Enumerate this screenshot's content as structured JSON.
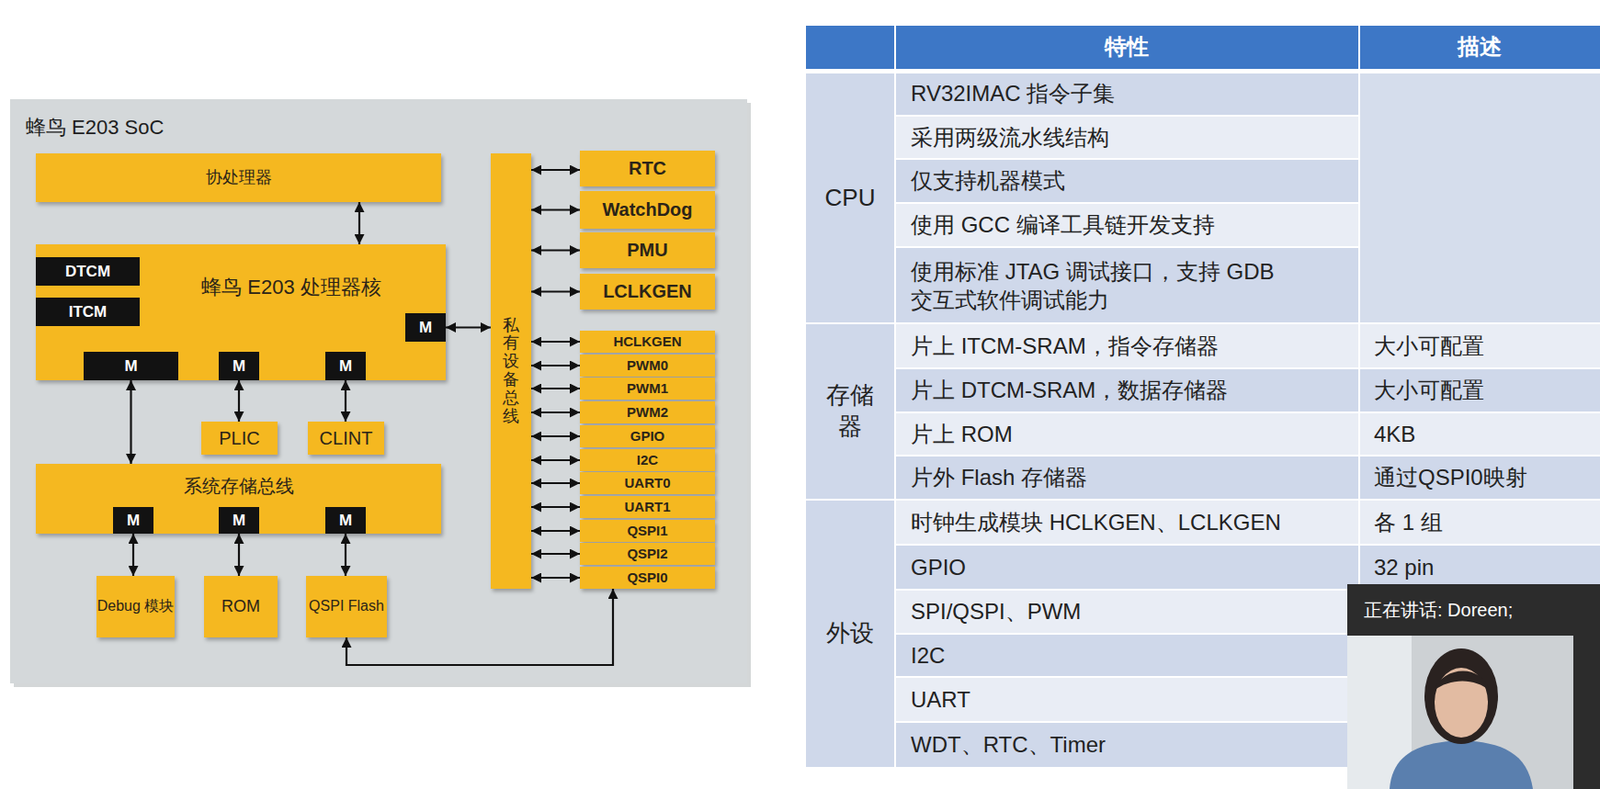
{
  "diagram": {
    "nodes": [
      {
        "text": [
          "蜂鸟 E203 SoC"
        ]
      },
      {
        "text": [
          "协处理器"
        ],
        "in": 0
      },
      {
        "text": [
          "蜂鸟 E203 处理器核"
        ],
        "in": 0
      },
      {
        "text": [
          "DTCM"
        ],
        "in": 2
      },
      {
        "text": [
          "ITCM"
        ],
        "in": 2
      },
      {
        "text": [
          "M"
        ],
        "in": 2
      },
      {
        "text": [
          "M"
        ],
        "in": 2
      },
      {
        "text": [
          "M"
        ],
        "in": 2
      },
      {
        "text": [
          "M"
        ],
        "in": 2
      },
      {
        "text": [
          "私有设备总线"
        ],
        "in": 0
      },
      {
        "text": [
          "RTC"
        ],
        "in": 0
      },
      {
        "text": [
          "WatchDog"
        ],
        "in": 0
      },
      {
        "text": [
          "PMU"
        ],
        "in": 0
      },
      {
        "text": [
          "LCLKGEN"
        ],
        "in": 0
      },
      {
        "text": [
          "HCLKGEN"
        ],
        "in": 0
      },
      {
        "text": [
          "PWM0"
        ],
        "in": 0
      },
      {
        "text": [
          "PWM1"
        ],
        "in": 0
      },
      {
        "text": [
          "PWM2"
        ],
        "in": 0
      },
      {
        "text": [
          "GPIO"
        ],
        "in": 0
      },
      {
        "text": [
          "I2C"
        ],
        "in": 0
      },
      {
        "text": [
          "UART0"
        ],
        "in": 0
      },
      {
        "text": [
          "UART1"
        ],
        "in": 0
      },
      {
        "text": [
          "QSPI1"
        ],
        "in": 0
      },
      {
        "text": [
          "QSPI2"
        ],
        "in": 0
      },
      {
        "text": [
          "QSPI0"
        ],
        "in": 0
      },
      {
        "text": [
          "PLIC"
        ],
        "in": 0
      },
      {
        "text": [
          "CLINT"
        ],
        "in": 0
      },
      {
        "text": [
          "系统存储总线"
        ],
        "in": 0
      },
      {
        "text": [
          "M"
        ],
        "in": 27
      },
      {
        "text": [
          "M"
        ],
        "in": 27
      },
      {
        "text": [
          "M"
        ],
        "in": 27
      },
      {
        "text": [
          "Debug 模块"
        ],
        "in": 0
      },
      {
        "text": [
          "ROM"
        ],
        "in": 0
      },
      {
        "text": [
          "QSPI Flash"
        ],
        "in": 0
      }
    ],
    "edges": [
      {
        "from": 1,
        "to": 2,
        "arrow": "both"
      },
      {
        "from": 5,
        "to": 9,
        "arrow": "both"
      },
      {
        "from": 9,
        "to": 10,
        "arrow": "both"
      },
      {
        "from": 9,
        "to": 11,
        "arrow": "both"
      },
      {
        "from": 9,
        "to": 12,
        "arrow": "both"
      },
      {
        "from": 9,
        "to": 13,
        "arrow": "both"
      },
      {
        "from": 9,
        "to": 14,
        "arrow": "both"
      },
      {
        "from": 9,
        "to": 15,
        "arrow": "both"
      },
      {
        "from": 9,
        "to": 16,
        "arrow": "both"
      },
      {
        "from": 9,
        "to": 17,
        "arrow": "both"
      },
      {
        "from": 9,
        "to": 18,
        "arrow": "both"
      },
      {
        "from": 9,
        "to": 19,
        "arrow": "both"
      },
      {
        "from": 9,
        "to": 20,
        "arrow": "both"
      },
      {
        "from": 9,
        "to": 21,
        "arrow": "both"
      },
      {
        "from": 9,
        "to": 22,
        "arrow": "both"
      },
      {
        "from": 9,
        "to": 23,
        "arrow": "both"
      },
      {
        "from": 9,
        "to": 24,
        "arrow": "both"
      },
      {
        "from": 6,
        "to": 27,
        "arrow": "both"
      },
      {
        "from": 7,
        "to": 25,
        "arrow": "both"
      },
      {
        "from": 8,
        "to": 26,
        "arrow": "both"
      },
      {
        "from": 28,
        "to": 31,
        "arrow": "both"
      },
      {
        "from": 29,
        "to": 32,
        "arrow": "both"
      },
      {
        "from": 30,
        "to": 33,
        "arrow": "both"
      },
      {
        "from": 33,
        "to": 24,
        "arrow": "both"
      }
    ],
    "labels": [
      "特性",
      "描述",
      "CPU",
      "RV32IMAC 指令子集",
      "采用两级流水线结构",
      "仅支持机器模式",
      "使用 GCC 编译工具链开发支持",
      "使用标准 JTAG 调试接口，支持 GDB 交互式软件调试能力",
      "存储器",
      "片上 ITCM-SRAM，指令存储器",
      "大小可配置",
      "片上 DTCM-SRAM，数据存储器",
      "大小可配置",
      "片上 ROM",
      "4KB",
      "片外 Flash 存储器",
      "通过QSPI0映射",
      "外设",
      "时钟生成模块 HCLKGEN、LCLKGEN",
      "各 1 组",
      "GPIO",
      "32 pin",
      "SPI/QSPI、PWM",
      "I2C",
      "UART",
      "WDT、RTC、Timer",
      "正在讲话: Doreen;"
    ]
  }
}
